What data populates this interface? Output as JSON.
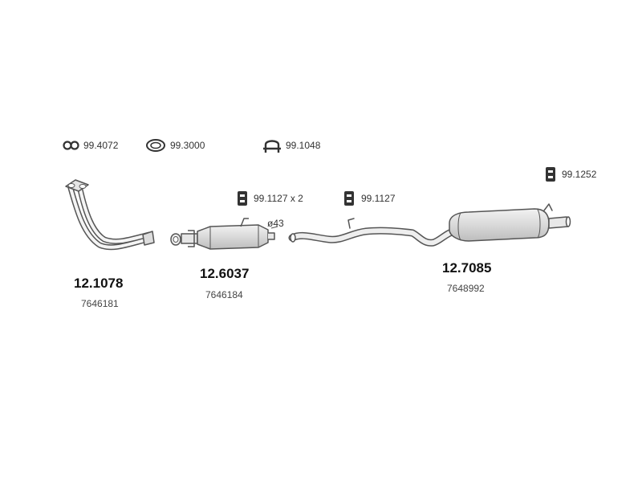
{
  "accessories": [
    {
      "icon": "clamp-ring-icon",
      "code": "99.4072"
    },
    {
      "icon": "gasket-ring-icon",
      "code": "99.3000"
    },
    {
      "icon": "u-bolt-clamp-icon",
      "code": "99.1048"
    },
    {
      "icon": "rubber-hanger-icon",
      "code": "99.1127 x 2"
    },
    {
      "icon": "rubber-hanger-icon",
      "code": "99.1127"
    },
    {
      "icon": "rubber-hanger-icon",
      "code": "99.1252"
    }
  ],
  "parts": [
    {
      "name": "front-pipe",
      "part_number": "12.1078",
      "oem_number": "7646181"
    },
    {
      "name": "middle-silencer",
      "part_number": "12.6037",
      "oem_number": "7646184",
      "diameter": "ø43"
    },
    {
      "name": "rear-silencer",
      "part_number": "12.7085",
      "oem_number": "7648992"
    }
  ],
  "colors": {
    "line": "#555555",
    "fill": "#e6e6e6",
    "icon": "#333333"
  }
}
